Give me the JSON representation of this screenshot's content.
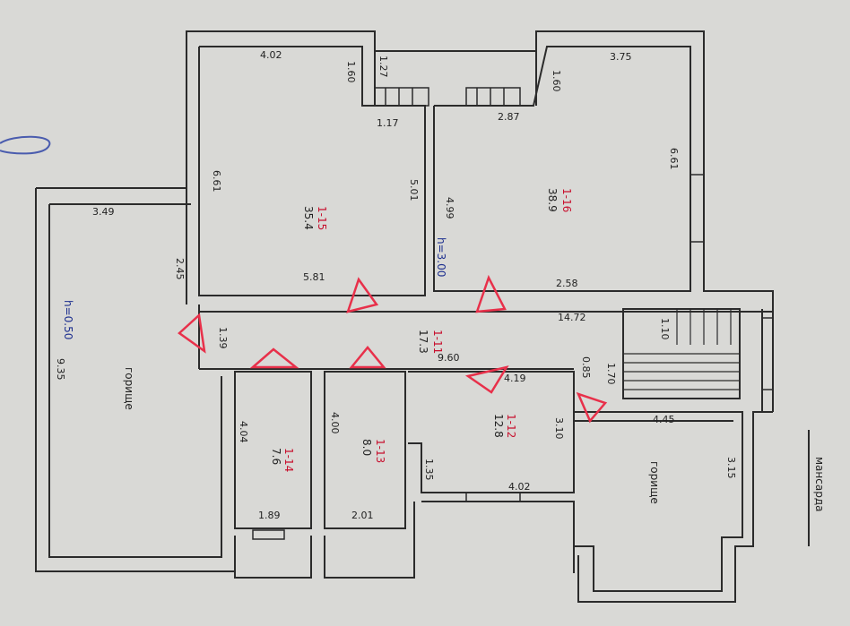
{
  "plan": {
    "side_label": "мансарда",
    "height_main": "h=3.00",
    "height_left": "h=0.50",
    "rooms": [
      {
        "code": "1-15",
        "area": "35.4"
      },
      {
        "code": "1-16",
        "area": "38.9"
      },
      {
        "code": "1-11",
        "area": "17.3"
      },
      {
        "code": "1-12",
        "area": "12.8"
      },
      {
        "code": "1-13",
        "area": "8.0"
      },
      {
        "code": "1-14",
        "area": "7.6"
      },
      {
        "label": "горище"
      },
      {
        "label": "горище"
      }
    ],
    "dims": {
      "d402a": "4.02",
      "d160a": "1.60",
      "d127": "1.27",
      "d117": "1.17",
      "d287": "2.87",
      "d160b": "1.60",
      "d375": "3.75",
      "d661a": "6.61",
      "d501": "5.01",
      "d499": "4.99",
      "d661b": "6.61",
      "d581": "5.81",
      "d258": "2.58",
      "d349": "3.49",
      "d245": "2.45",
      "d139": "1.39",
      "d960": "9.60",
      "d1472": "14.72",
      "d110": "1.10",
      "d419": "4.19",
      "d085": "0.85",
      "d170": "1.70",
      "d935": "9.35",
      "d404": "4.04",
      "d400": "4.00",
      "d135": "1.35",
      "d310": "3.10",
      "d445": "4.45",
      "d402b": "4.02",
      "d315": "3.15",
      "d189": "1.89",
      "d201": "2.01"
    }
  },
  "colors": {
    "wall": "#2b2b2b",
    "paper": "#d9d9d6",
    "marker": "#e8304a",
    "ink_blue": "#1d2f8f"
  }
}
